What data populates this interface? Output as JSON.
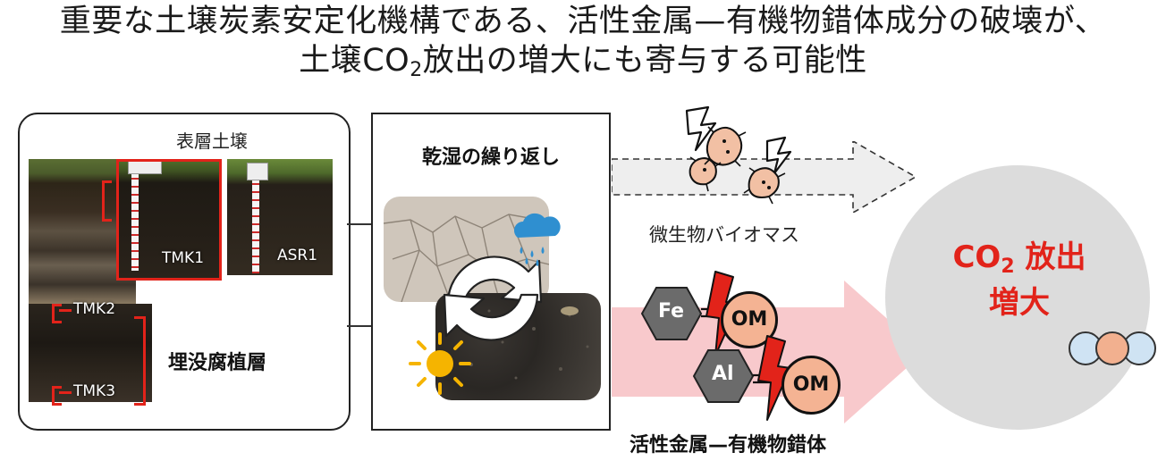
{
  "title": {
    "line1": "重要な土壌炭素安定化機構である、活性金属—有機物錯体成分の破壊が、",
    "line2_pre": "土壌CO",
    "line2_sub": "2",
    "line2_post": "放出の増大にも寄与する可能性"
  },
  "left_panel": {
    "surface_soil_label": "表層土壌",
    "tmk1": "TMK1",
    "asr1": "ASR1",
    "tmk2": "TMK2",
    "tmk3": "TMK3",
    "buried_label": "埋没腐植層"
  },
  "middle_panel": {
    "title": "乾湿の繰り返し"
  },
  "right": {
    "microbe_label": "微生物バイオマス",
    "complex_label": "活性金属—有機物錯体",
    "fe": "Fe",
    "al": "Al",
    "om": "OM",
    "co2_pre": "CO",
    "co2_sub": "2",
    "co2_post": " 放出",
    "co2_line2": "増大"
  },
  "colors": {
    "accent_red": "#e2231a",
    "om_fill": "#f4b393",
    "metal_gray": "#6b6b6b",
    "pink_arrow": "#f8c9cc",
    "co2_circle": "#dcdcdc"
  }
}
